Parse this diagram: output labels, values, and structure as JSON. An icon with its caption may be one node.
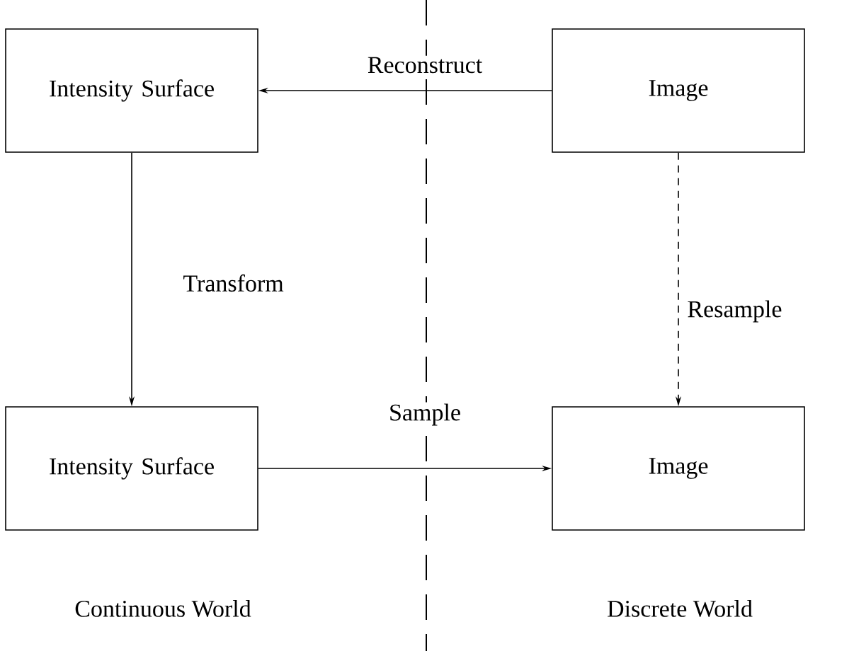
{
  "diagram": {
    "nodes": [
      {
        "text": [
          "Intensity Surface"
        ]
      },
      {
        "text": [
          "Image"
        ]
      },
      {
        "text": [
          "Intensity Surface"
        ]
      },
      {
        "text": [
          "Image"
        ]
      }
    ],
    "edges": [
      {
        "from": 1,
        "to": 0,
        "arrow": "to",
        "label": "Reconstruct"
      },
      {
        "from": 0,
        "to": 2,
        "arrow": "to",
        "label": "Transform"
      },
      {
        "from": 1,
        "to": 3,
        "arrow": "to",
        "label": "Resample",
        "style": "dashed"
      },
      {
        "from": 2,
        "to": 3,
        "arrow": "to",
        "label": "Sample"
      }
    ],
    "labels": [
      "Continuous World",
      "Discrete World"
    ]
  }
}
